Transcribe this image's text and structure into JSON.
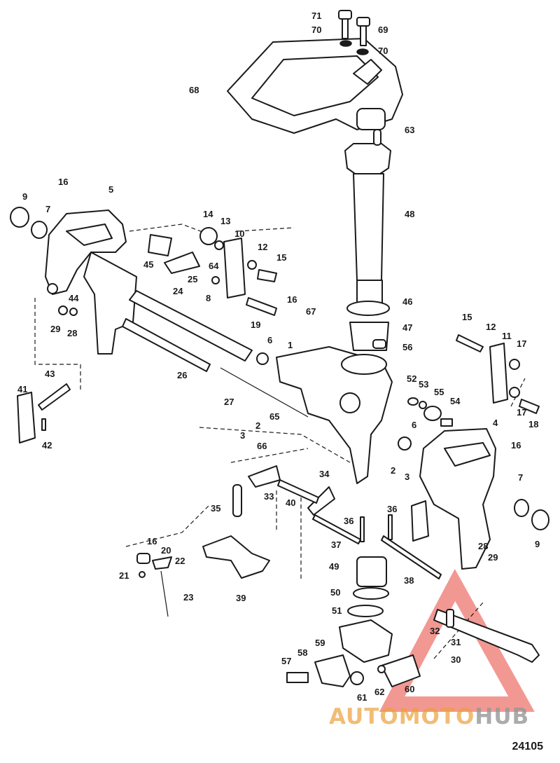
{
  "figure_number": "24105",
  "watermark": {
    "part1": "AUTOMOTO",
    "part2": "HUB",
    "colors": {
      "triangle": "#e8443a",
      "text_orange": "#eba03c",
      "text_grey": "#969696"
    }
  },
  "callouts": [
    "71",
    "70",
    "69",
    "70",
    "68",
    "63",
    "48",
    "46",
    "47",
    "56",
    "16",
    "9",
    "7",
    "5",
    "14",
    "13",
    "10",
    "12",
    "15",
    "45",
    "64",
    "25",
    "24",
    "44",
    "29",
    "28",
    "8",
    "19",
    "16",
    "67",
    "6",
    "1",
    "26",
    "27",
    "43",
    "41",
    "42",
    "2",
    "3",
    "65",
    "66",
    "52",
    "53",
    "55",
    "54",
    "15",
    "12",
    "11",
    "17",
    "17",
    "18",
    "6",
    "4",
    "16",
    "7",
    "9",
    "2",
    "3",
    "34",
    "33",
    "35",
    "40",
    "36",
    "36",
    "37",
    "16",
    "20",
    "22",
    "21",
    "23",
    "39",
    "49",
    "38",
    "50",
    "51",
    "29",
    "28",
    "59",
    "58",
    "57",
    "61",
    "62",
    "60",
    "32",
    "31",
    "30"
  ]
}
